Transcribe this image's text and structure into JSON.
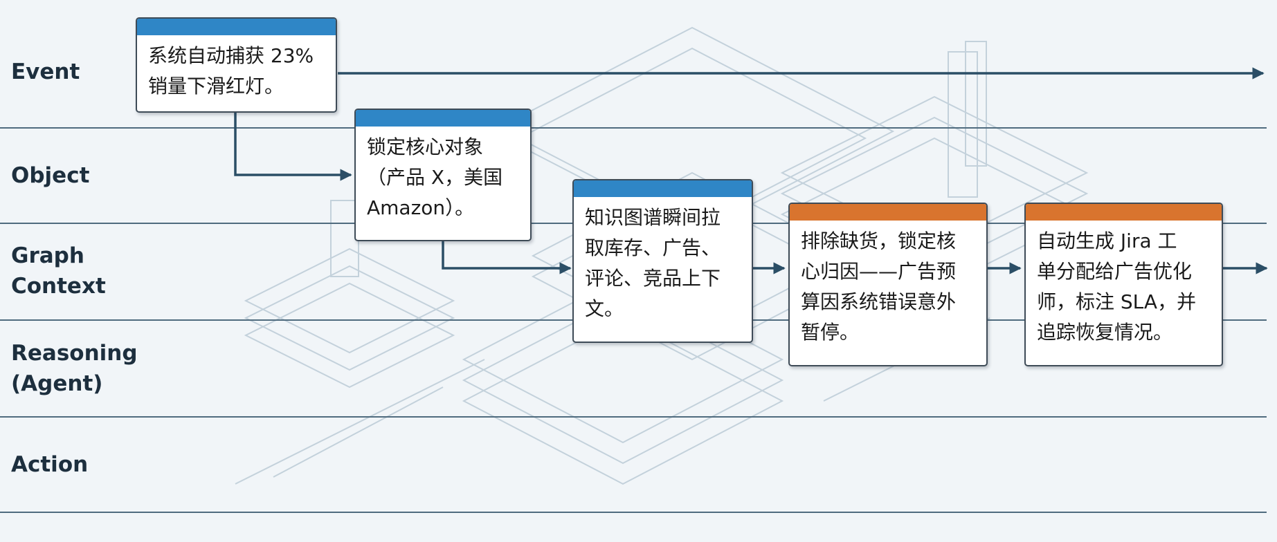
{
  "lanes": [
    {
      "label": "Event"
    },
    {
      "label": "Object"
    },
    {
      "label": "Graph\nContext"
    },
    {
      "label": "Reasoning\n(Agent)"
    },
    {
      "label": "Action"
    }
  ],
  "steps": [
    {
      "text": "系统自动捕获 23%\n销量下滑红灯。",
      "accent": "blue"
    },
    {
      "text": "锁定核心对象\n（产品 X，美国\nAmazon）。",
      "accent": "blue"
    },
    {
      "text": "知识图谱瞬间拉\n取库存、广告、\n评论、竞品上下\n文。",
      "accent": "blue"
    },
    {
      "text": "排除缺货，锁定核\n心归因——广告预\n算因系统错误意外\n暂停。",
      "accent": "orange"
    },
    {
      "text": "自动生成 Jira 工\n单分配给广告优化\n师，标注 SLA，并\n追踪恢复情况。",
      "accent": "orange"
    }
  ],
  "colors": {
    "lane_line": "#4f6b7e",
    "arrow": "#2b4e66",
    "blue_bar": "#2f86c6",
    "orange_bar": "#d9742e",
    "background_art": "#b4c6d2"
  }
}
